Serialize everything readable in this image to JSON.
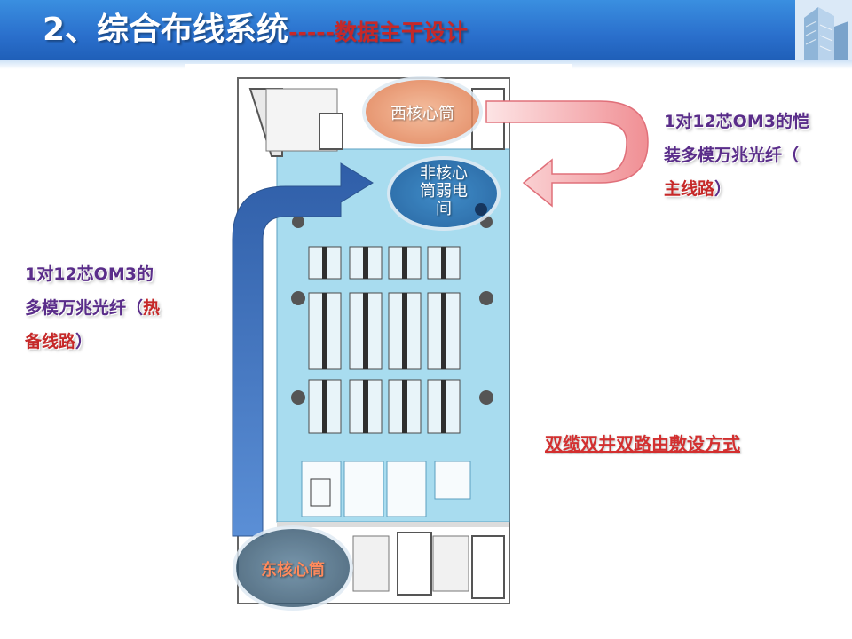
{
  "slide": {
    "title_main": "2、综合布线系统",
    "title_sub": "-----数据主干设计"
  },
  "labels": {
    "west_core": "西核心筒",
    "non_core_line1": "非核心",
    "non_core_line2": "筒弱电",
    "non_core_line3": "间",
    "east_core": "东核心筒"
  },
  "notes": {
    "left": {
      "line1": "1对12芯OM3的",
      "line2_blue": "多模万兆光纤（",
      "line2_red": "热",
      "line3_red": "备线路",
      "line3_blue": "）"
    },
    "right": {
      "line1": "1对12芯OM3的恺",
      "line2": "装多模万兆光纤（",
      "line3": "主线路",
      "line3_tail": "）"
    },
    "routing_mode": "双缆双井双路由敷设方式"
  },
  "colors": {
    "header_blue": "#2a6fcc",
    "accent_red": "#c62828",
    "note_purple": "#5a2d8a",
    "floor_blue": "#a8dcef",
    "arrow_blue": "#3a68b0",
    "arrow_pink": "#f4a6a8"
  }
}
